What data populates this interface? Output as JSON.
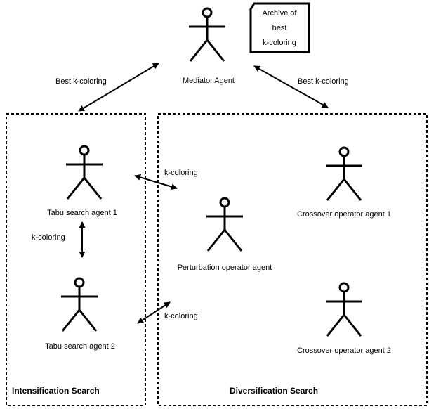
{
  "archive": {
    "lines": [
      "Archive of",
      "best",
      "k-coloring"
    ]
  },
  "agents": {
    "mediator": "Mediator Agent",
    "tabu1": "Tabu search agent 1",
    "tabu2": "Tabu search agent 2",
    "perturbation": "Perturbation operator agent",
    "crossover1": "Crossover operator agent 1",
    "crossover2": "Crossover operator agent 2"
  },
  "edges": {
    "best_left": "Best k-coloring",
    "best_right": "Best k-coloring",
    "kc_top": "k-coloring",
    "kc_vertical": "k-coloring",
    "kc_bottom": "k-coloring"
  },
  "regions": {
    "intensification": "Intensification Search",
    "diversification": "Diversification Search"
  }
}
